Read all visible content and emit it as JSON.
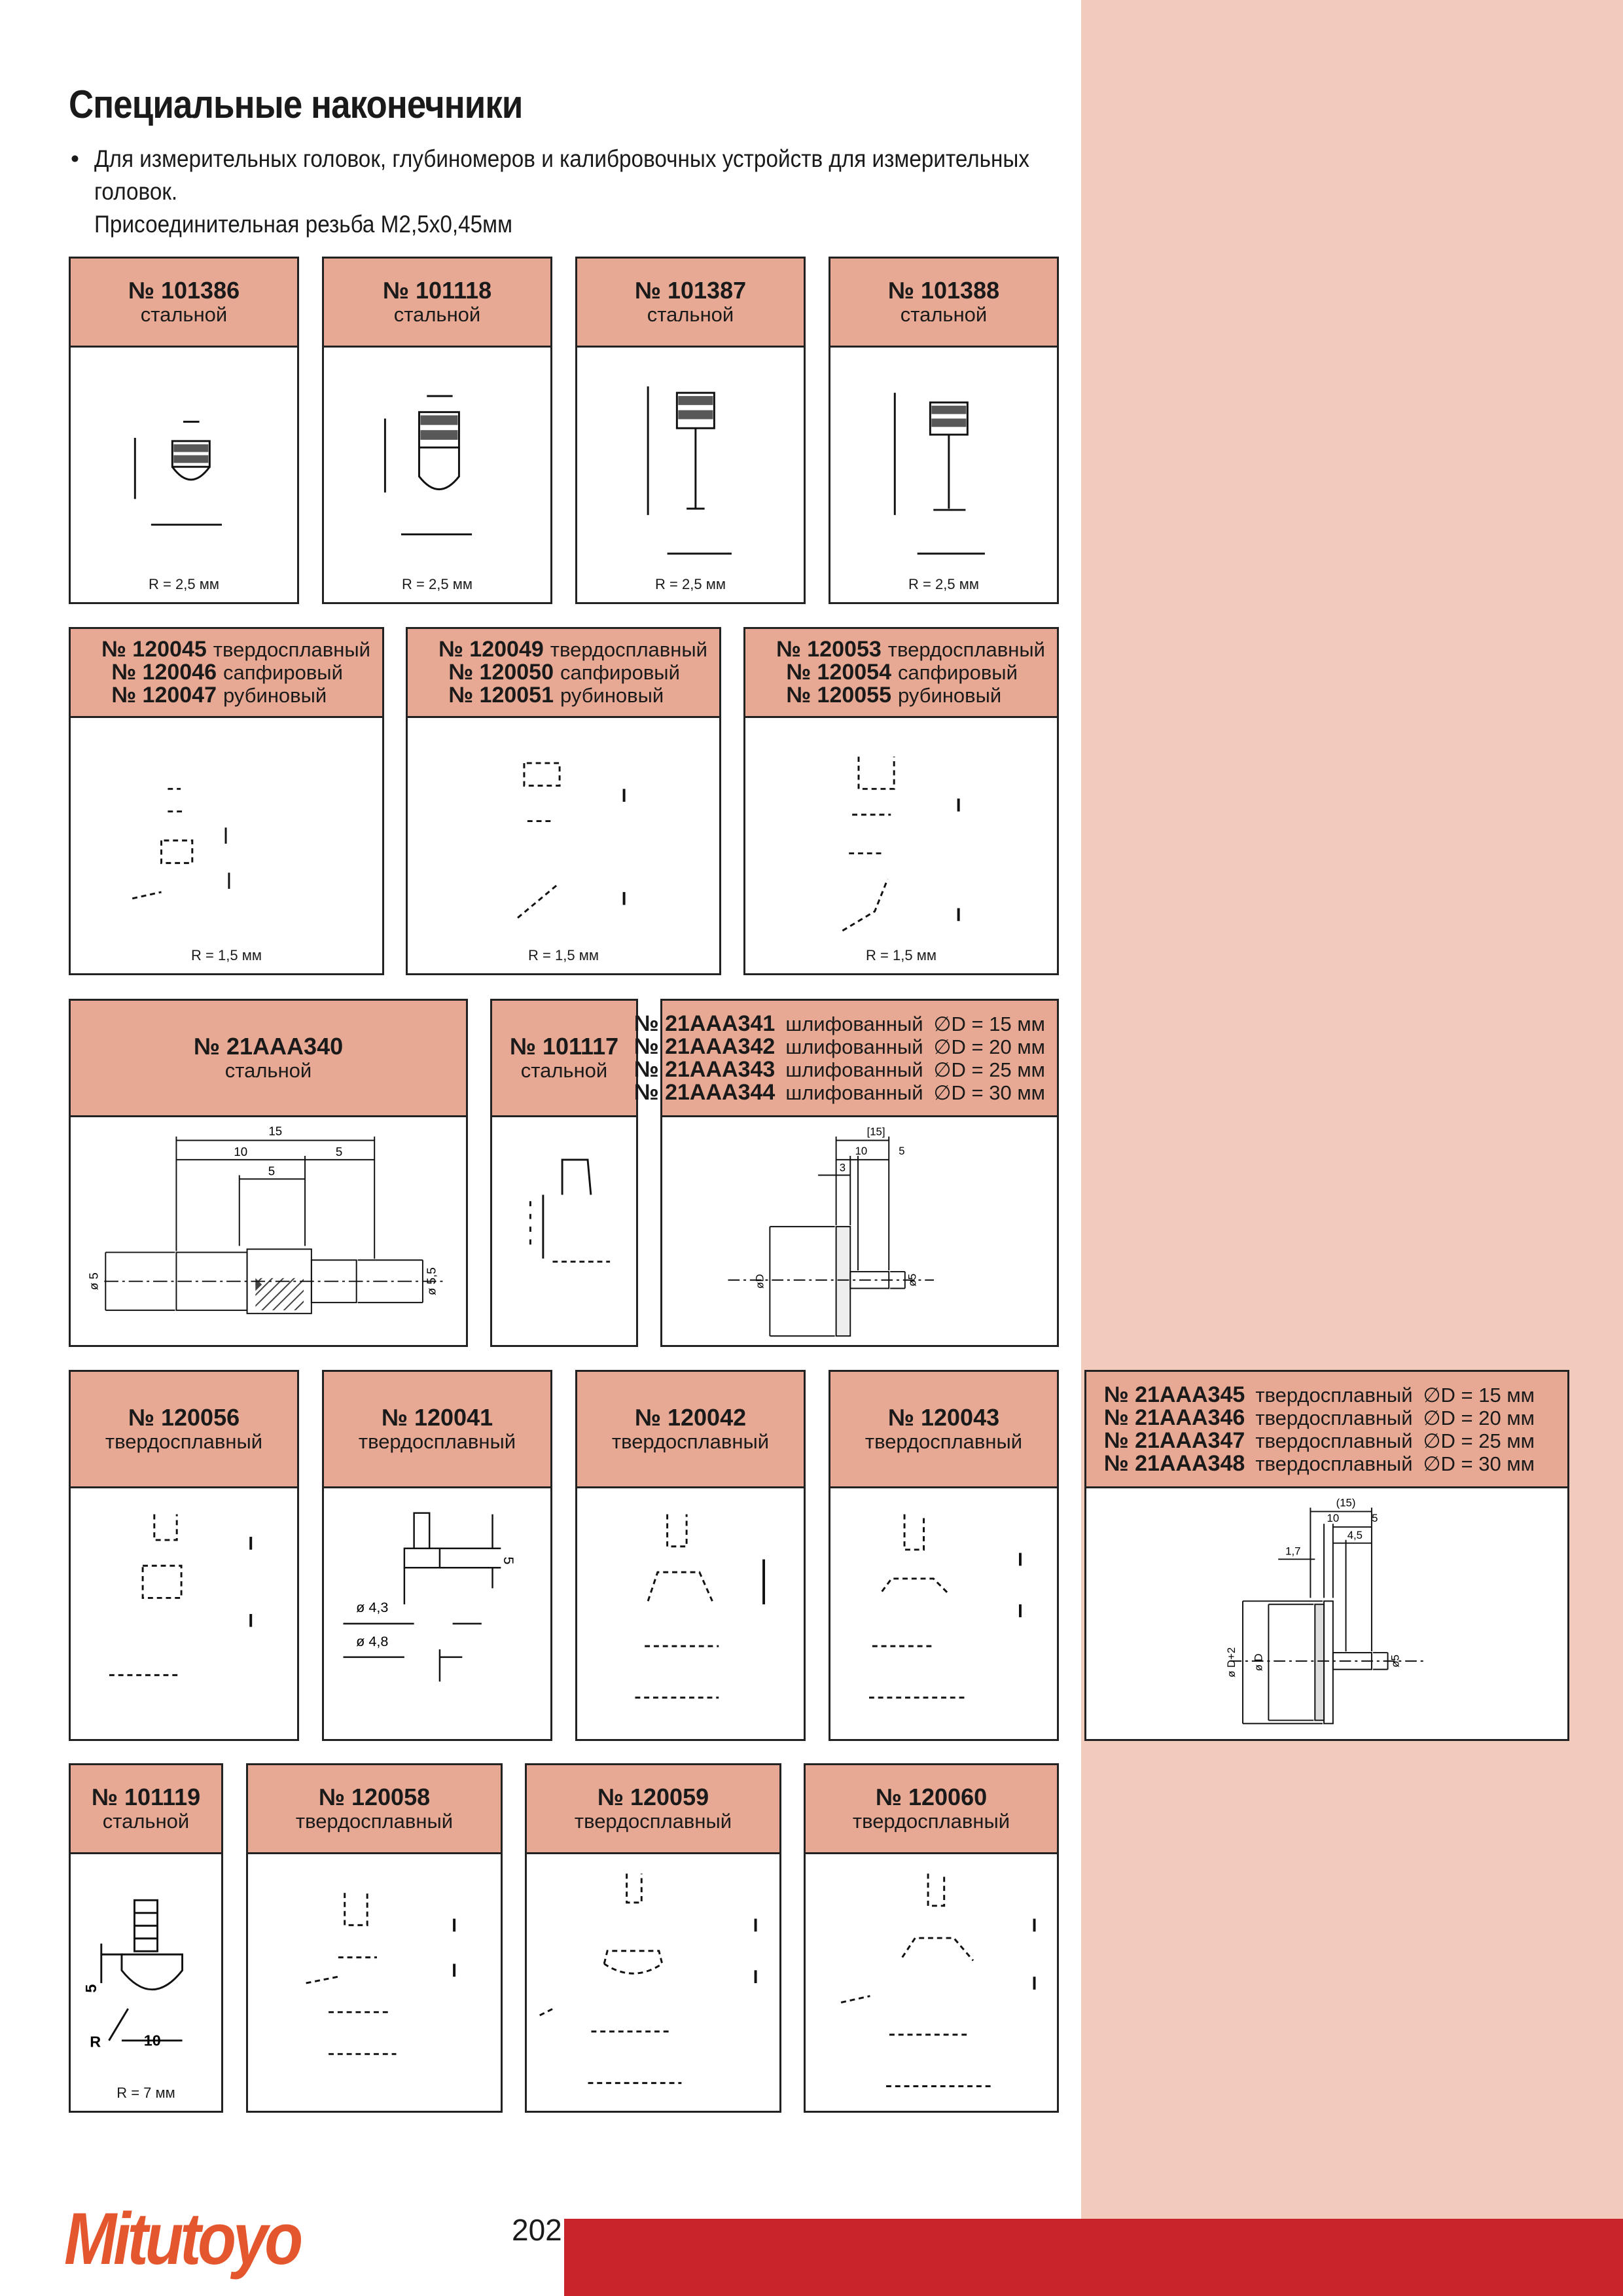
{
  "page": {
    "title": "Специальные наконечники",
    "intro": [
      "Для измерительных головок, глубиномеров и калибровочных устройств для измерительных",
      "головок.",
      "Присоединительная резьба M2,5x0,45мм"
    ],
    "page_number": "202",
    "brand": "Mitutoyo"
  },
  "colors": {
    "header": "#e8a994",
    "side_band": "#f2cbbd",
    "footer_bar": "#c9232b",
    "logo": "#e4572e"
  },
  "cards": {
    "c101386": {
      "num": "№ 101386",
      "mat": "стальной",
      "cap": "R = 2,5 мм"
    },
    "c101118": {
      "num": "№ 101118",
      "mat": "стальной",
      "cap": "R = 2,5 мм"
    },
    "c101387": {
      "num": "№ 101387",
      "mat": "стальной",
      "cap": "R = 2,5 мм"
    },
    "c101388": {
      "num": "№ 101388",
      "mat": "стальной",
      "cap": "R = 2,5 мм"
    },
    "g120045": {
      "rows": [
        {
          "num": "№ 120045",
          "mat": "твердосплавный"
        },
        {
          "num": "№ 120046",
          "mat": "сапфировый"
        },
        {
          "num": "№ 120047",
          "mat": "рубиновый"
        }
      ],
      "cap": "R = 1,5 мм"
    },
    "g120049": {
      "rows": [
        {
          "num": "№ 120049",
          "mat": "твердосплавный"
        },
        {
          "num": "№ 120050",
          "mat": "сапфировый"
        },
        {
          "num": "№ 120051",
          "mat": "рубиновый"
        }
      ],
      "cap": "R = 1,5 мм"
    },
    "g120053": {
      "rows": [
        {
          "num": "№ 120053",
          "mat": "твердосплавный"
        },
        {
          "num": "№ 120054",
          "mat": "сапфировый"
        },
        {
          "num": "№ 120055",
          "mat": "рубиновый"
        }
      ],
      "cap": "R = 1,5 мм"
    },
    "c21AAA340": {
      "num": "№ 21AAA340",
      "mat": "стальной",
      "dims": {
        "d15": "15",
        "d10": "10",
        "d5a": "5",
        "d5b": "5",
        "dia5": "ø 5",
        "dia55": "ø 5,5"
      }
    },
    "c101117": {
      "num": "№ 101117",
      "mat": "стальной"
    },
    "g21AAA341": {
      "rows": [
        {
          "num": "№ 21AAA341",
          "mat": "шлифованный",
          "dia": "∅D = 15 мм"
        },
        {
          "num": "№ 21AAA342",
          "mat": "шлифованный",
          "dia": "∅D = 20 мм"
        },
        {
          "num": "№ 21AAA343",
          "mat": "шлифованный",
          "dia": "∅D = 25 мм"
        },
        {
          "num": "№ 21AAA344",
          "mat": "шлифованный",
          "dia": "∅D = 30 мм"
        }
      ],
      "dims": {
        "d15": "[15]",
        "d10": "10",
        "d5": "5",
        "d3": "3",
        "diaD": "øD",
        "dia5": "ø5"
      }
    },
    "c120056": {
      "num": "№ 120056",
      "mat": "твердосплавный"
    },
    "c120041": {
      "num": "№ 120041",
      "mat": "твердосплавный",
      "dims": {
        "d5": "5",
        "dia43": "ø 4,3",
        "dia48": "ø 4,8"
      }
    },
    "c120042": {
      "num": "№ 120042",
      "mat": "твердосплавный"
    },
    "c120043": {
      "num": "№ 120043",
      "mat": "твердосплавный"
    },
    "g21AAA345": {
      "rows": [
        {
          "num": "№ 21AAA345",
          "mat": "твердосплавный",
          "dia": "∅D = 15 мм"
        },
        {
          "num": "№ 21AAA346",
          "mat": "твердосплавный",
          "dia": "∅D = 20 мм"
        },
        {
          "num": "№ 21AAA347",
          "mat": "твердосплавный",
          "dia": "∅D = 25 мм"
        },
        {
          "num": "№ 21AAA348",
          "mat": "твердосплавный",
          "dia": "∅D = 30 мм"
        }
      ],
      "dims": {
        "d15": "(15)",
        "d10": "10",
        "d5": "5",
        "d45": "4,5",
        "d17": "1,7",
        "diaD2": "ø D+2",
        "diaD": "ø D",
        "dia5": "ø5"
      }
    },
    "c101119": {
      "num": "№ 101119",
      "mat": "стальной",
      "cap": "R = 7 мм",
      "dims": {
        "d5": "5",
        "r": "R",
        "d10": "10"
      }
    },
    "c120058": {
      "num": "№ 120058",
      "mat": "твердосплавный"
    },
    "c120059": {
      "num": "№ 120059",
      "mat": "твердосплавный"
    },
    "c120060": {
      "num": "№ 120060",
      "mat": "твердосплавный"
    }
  }
}
